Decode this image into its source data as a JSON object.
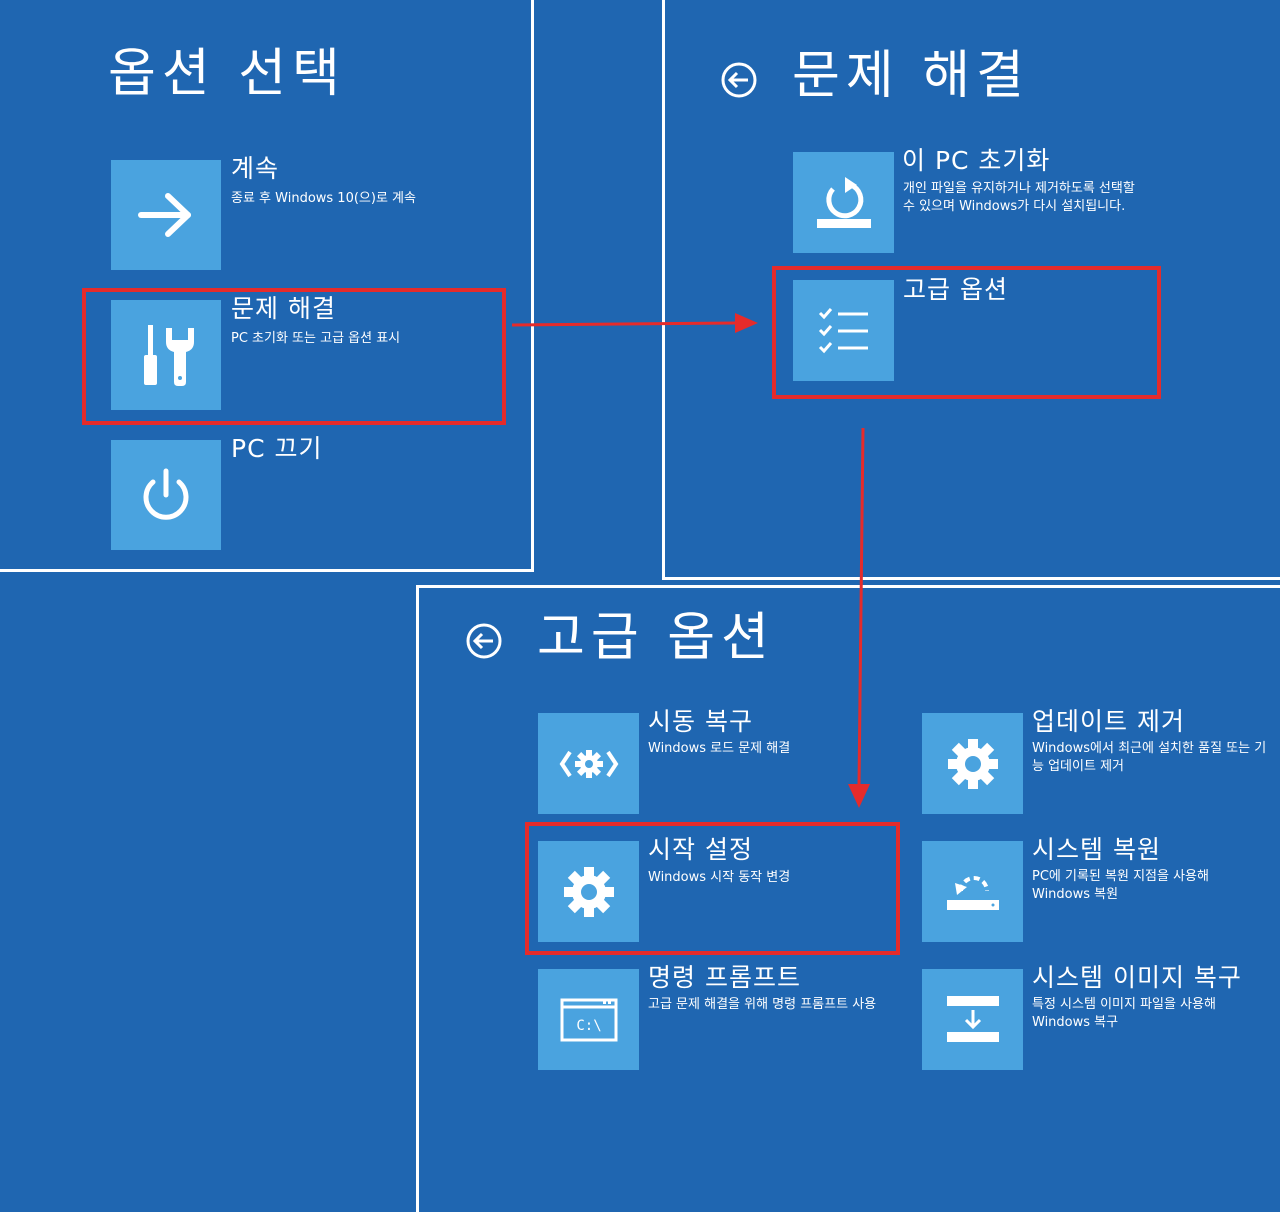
{
  "panel1": {
    "title": "옵션 선택",
    "items": [
      {
        "icon": "arrow-right-icon",
        "title": "계속",
        "desc": "종료 후 Windows 10(으)로 계속"
      },
      {
        "icon": "tools-icon",
        "title": "문제 해결",
        "desc": "PC 초기화 또는 고급 옵션 표시"
      },
      {
        "icon": "power-icon",
        "title": "PC 끄기",
        "desc": ""
      }
    ]
  },
  "panel2": {
    "title": "문제 해결",
    "back_icon": "back-arrow-icon",
    "items": [
      {
        "icon": "reset-pc-icon",
        "title": "이 PC 초기화",
        "desc": "개인 파일을 유지하거나 제거하도록 선택할 수 있으며 Windows가 다시 설치됩니다."
      },
      {
        "icon": "checklist-icon",
        "title": "고급 옵션",
        "desc": ""
      }
    ]
  },
  "panel3": {
    "title": "고급 옵션",
    "back_icon": "back-arrow-icon",
    "items": [
      {
        "icon": "startup-repair-icon",
        "title": "시동 복구",
        "desc": "Windows 로드 문제 해결"
      },
      {
        "icon": "gear-icon",
        "title": "업데이트 제거",
        "desc": "Windows에서 최근에 설치한 품질 또는 기능 업데이트 제거"
      },
      {
        "icon": "gear-icon",
        "title": "시작 설정",
        "desc": "Windows 시작 동작 변경"
      },
      {
        "icon": "system-restore-icon",
        "title": "시스템 복원",
        "desc": "PC에 기록된 복원 지점을 사용해 Windows 복원"
      },
      {
        "icon": "command-prompt-icon",
        "title": "명령 프롬프트",
        "desc": "고급 문제 해결을 위해 명령 프롬프트 사용",
        "icon_text": "C:\\"
      },
      {
        "icon": "system-image-icon",
        "title": "시스템 이미지 복구",
        "desc": "특정 시스템 이미지 파일을 사용해 Windows 복구"
      }
    ]
  },
  "colors": {
    "background": "#1f66b1",
    "tile": "#4aa3df",
    "highlight": "#e52b2b",
    "divider": "#ffffff"
  }
}
